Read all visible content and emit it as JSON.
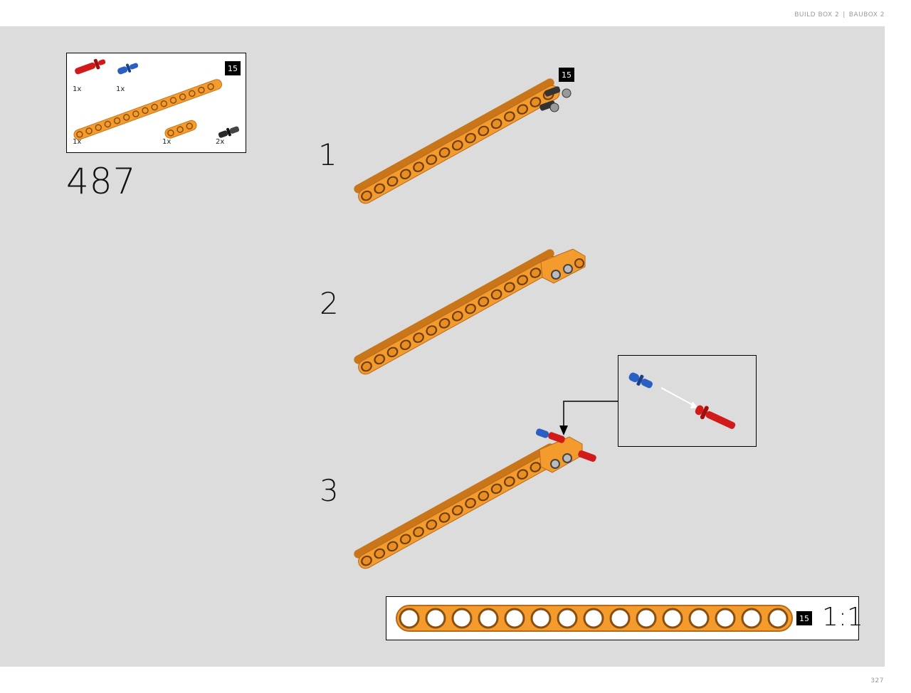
{
  "header": {
    "left": "BUILD BOX 2",
    "separator": "|",
    "right": "BAUBOX 2"
  },
  "page_number": "327",
  "parts_list": {
    "badge": "15",
    "items": [
      {
        "name": "red-pin",
        "qty": "1x",
        "color": "#d11a1a"
      },
      {
        "name": "blue-pin",
        "qty": "1x",
        "color": "#2a5fc4"
      },
      {
        "name": "beam-15",
        "qty": "1x",
        "color": "#f39b2d"
      },
      {
        "name": "beam-3",
        "qty": "1x",
        "color": "#f39b2d"
      },
      {
        "name": "black-pin",
        "qty": "2x",
        "color": "#2a2a2a"
      }
    ]
  },
  "step_id": "487",
  "steps": [
    {
      "number": "1",
      "badge": "15"
    },
    {
      "number": "2"
    },
    {
      "number": "3"
    }
  ],
  "scale_box": {
    "badge": "15",
    "label": "1:1"
  },
  "colors": {
    "panel": "#dcdcdc",
    "beam": "#f39b2d",
    "beam_dark": "#c9761a",
    "hole": "#8a4f10"
  }
}
